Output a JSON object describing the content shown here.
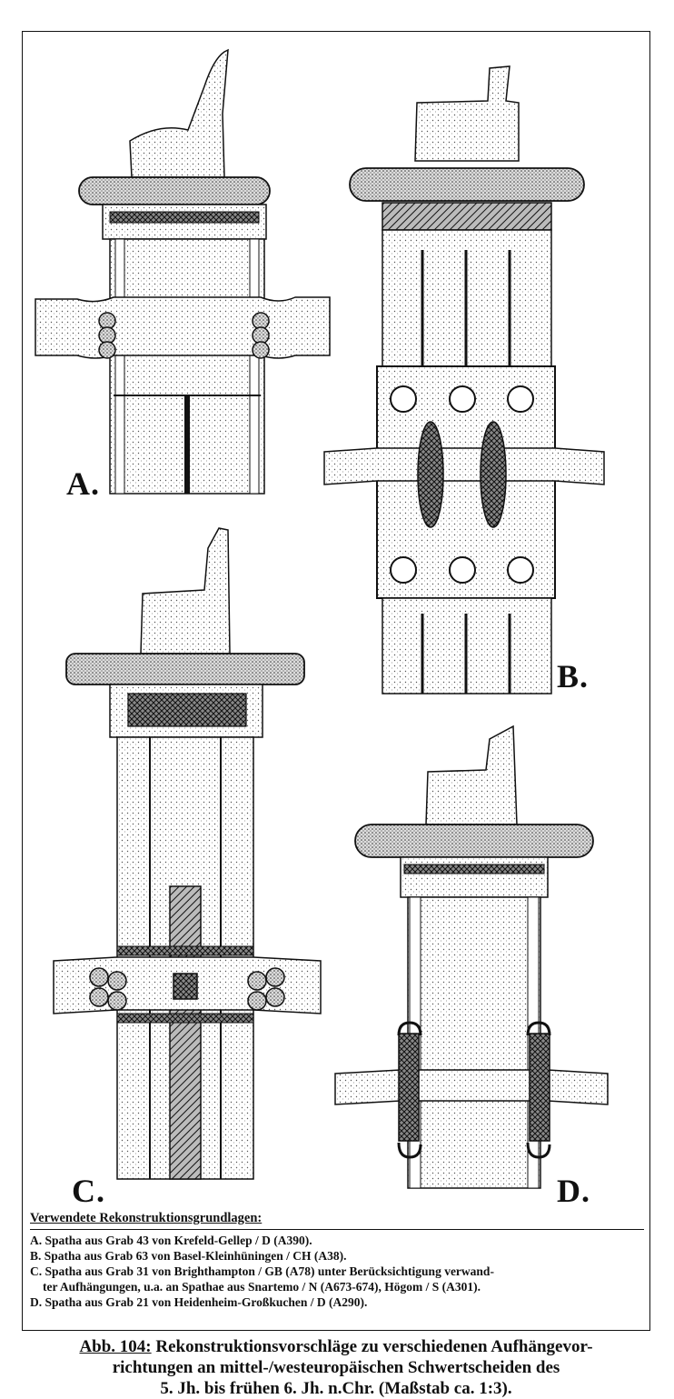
{
  "figure": {
    "plates": [
      {
        "label": "A."
      },
      {
        "label": "B."
      },
      {
        "label": "C."
      },
      {
        "label": "D."
      }
    ]
  },
  "sources": {
    "heading": "Verwendete Rekonstruktionsgrundlagen:",
    "lines": [
      "A. Spatha aus Grab 43 von Krefeld-Gellep / D (A390).",
      "B. Spatha aus Grab 63 von Basel-Kleinhüningen / CH (A38).",
      "C. Spatha aus Grab 31 von Brighthampton / GB (A78) unter Berücksichtigung verwand-",
      "ter Aufhängungen, u.a. an Spathae aus Snartemo / N (A673-674), Högom / S (A301).",
      "D. Spatha aus Grab 21 von Heidenheim-Großkuchen / D (A290)."
    ]
  },
  "caption": {
    "label": "Abb. 104:",
    "line1": " Rekonstruktionsvorschläge zu verschiedenen Aufhängevor-",
    "line2": "richtungen an mittel-/westeuropäischen Schwertscheiden des",
    "line3": "5. Jh. bis frühen 6. Jh. n.Chr. (Maßstab ca. 1:3)."
  }
}
